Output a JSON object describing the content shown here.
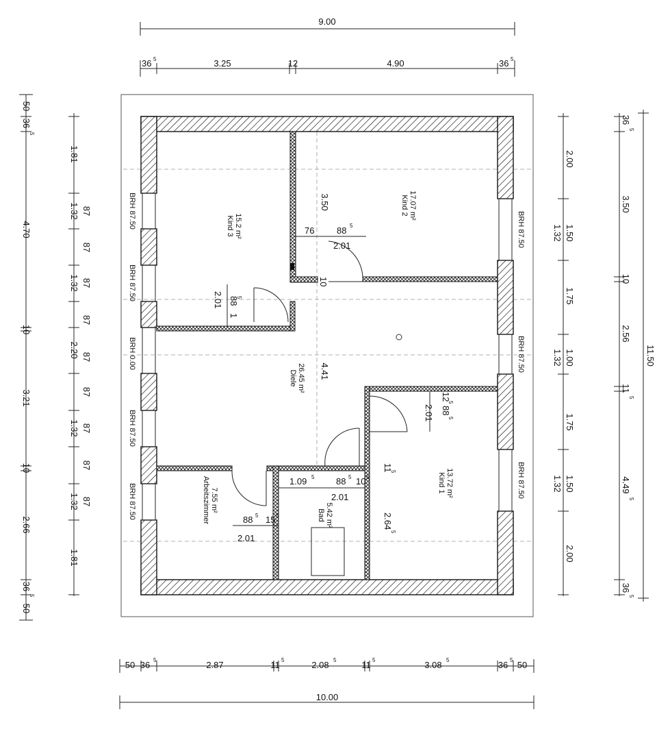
{
  "dims": {
    "top_total": "9.00",
    "top": [
      "36",
      "3.25",
      "12",
      "4.90",
      "36"
    ],
    "bottom_total": "10.00",
    "bottom": [
      "50",
      "36",
      "2.87",
      "11",
      "2.08",
      "11",
      "3.08",
      "36",
      "50"
    ],
    "sup5": "5",
    "left_outer": [
      "50",
      "36",
      "4.70",
      "10",
      "3.21",
      "10",
      "2.66",
      "36",
      "50"
    ],
    "left_inner": [
      "1.81",
      "1.32",
      "1.32",
      "2.20",
      "1.32",
      "1.32",
      "1.81"
    ],
    "left_875": "87",
    "right_inner": [
      "2.00",
      "1.50",
      "1.32",
      "1.75",
      "1.00",
      "1.32",
      "1.75",
      "1.50",
      "1.32",
      "2.00"
    ],
    "right_outer": [
      "36",
      "3.50",
      "10",
      "2.56",
      "11",
      "4.49",
      "36"
    ],
    "right_total": "11.50"
  },
  "brh": {
    "l1": "BRH 87.50",
    "l2": "BRH 87.50",
    "l3": "BRH 0.00",
    "l4": "BRH 87.50",
    "l5": "BRH 87.50",
    "r1": "BRH 87.50",
    "r2": "BRH 87.50",
    "r3": "BRH 87.50"
  },
  "rooms": {
    "kind3": {
      "name": "Kind 3",
      "area": "15.2 m²"
    },
    "kind2": {
      "name": "Kind 2",
      "area": "17.07 m²"
    },
    "diele": {
      "name": "Diele",
      "area": "26.45 m²"
    },
    "kind1": {
      "name": "Kind 1",
      "area": "13.72 m²"
    },
    "arbeitszimmer": {
      "name": "Arbeitszimmer",
      "area": "7.55 m²"
    },
    "bad": {
      "name": "Bad",
      "area": "5.42 m²"
    }
  },
  "inner": {
    "d350": "3.50",
    "d76": "76",
    "d885": "88",
    "d201": "2.01",
    "d10": "10",
    "d441": "4.41",
    "d12": "12",
    "d1095": "1.09",
    "d11": "11",
    "d15": "15",
    "d264": "2.64",
    "d1": "1",
    "d1b": "11"
  }
}
